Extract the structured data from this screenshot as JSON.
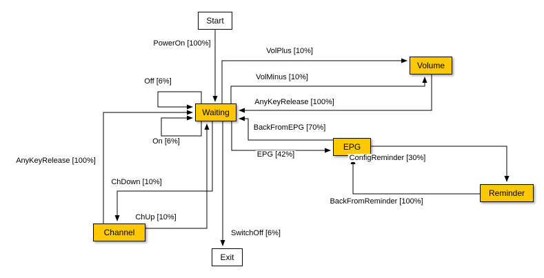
{
  "diagram": {
    "nodes": [
      {
        "id": "start",
        "label": "Start",
        "kind": "terminal"
      },
      {
        "id": "waiting",
        "label": "Waiting",
        "kind": "state"
      },
      {
        "id": "volume",
        "label": "Volume",
        "kind": "state"
      },
      {
        "id": "epg",
        "label": "EPG",
        "kind": "state"
      },
      {
        "id": "reminder",
        "label": "Reminder",
        "kind": "state"
      },
      {
        "id": "channel",
        "label": "Channel",
        "kind": "state"
      },
      {
        "id": "exit",
        "label": "Exit",
        "kind": "terminal"
      }
    ],
    "edges": [
      {
        "from": "start",
        "to": "waiting",
        "label": "PowerOn [100%]"
      },
      {
        "from": "waiting",
        "to": "waiting",
        "label": "Off [6%]"
      },
      {
        "from": "waiting",
        "to": "waiting",
        "label": "On [6%]"
      },
      {
        "from": "waiting",
        "to": "volume",
        "label": "VolPlus [10%]"
      },
      {
        "from": "waiting",
        "to": "volume",
        "label": "VolMinus [10%]"
      },
      {
        "from": "volume",
        "to": "waiting",
        "label": "AnyKeyRelease [100%]"
      },
      {
        "from": "epg",
        "to": "waiting",
        "label": "BackFromEPG [70%]"
      },
      {
        "from": "waiting",
        "to": "epg",
        "label": "EPG [42%]"
      },
      {
        "from": "epg",
        "to": "reminder",
        "label": "ConfigReminder [30%]"
      },
      {
        "from": "reminder",
        "to": "epg",
        "label": "BackFromReminder [100%]"
      },
      {
        "from": "channel",
        "to": "waiting",
        "label": "AnyKeyRelease [100%]"
      },
      {
        "from": "waiting",
        "to": "channel",
        "label": "ChDown [10%]"
      },
      {
        "from": "channel",
        "to": "waiting",
        "label": "ChUp [10%]"
      },
      {
        "from": "waiting",
        "to": "exit",
        "label": "SwitchOff [6%]"
      }
    ],
    "colors": {
      "state_fill": "#ffc800",
      "terminal_fill": "#ffffff",
      "border": "#000000",
      "line": "#000000",
      "label_text": "#000000",
      "background": "#ffffff"
    }
  }
}
